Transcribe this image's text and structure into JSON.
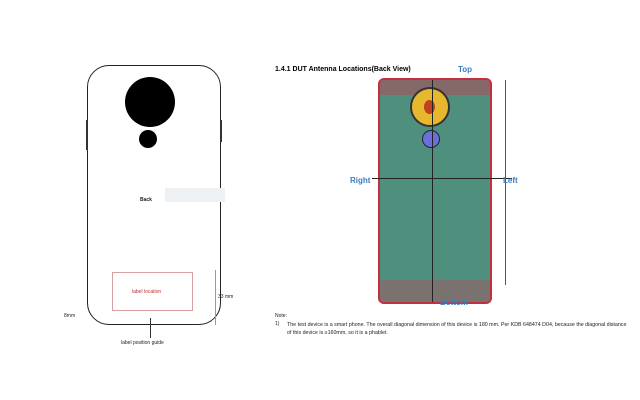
{
  "left_drawing": {
    "back_label": "Back",
    "label_location": "label location",
    "dim_33": "33 mm",
    "dim_8": "8mm",
    "guide": "label position guide"
  },
  "right_drawing": {
    "heading": "1.4.1   DUT Antenna Locations(Back View)",
    "top": "Top",
    "bottom": "Bottom",
    "left": "Left",
    "right": "Right",
    "note_title": "Note:",
    "note_num": "1)",
    "note_text": "The test device is a smart phone. The overall diagonal dimension of this device is 180 mm. Per KDB 648474 D04, because the diagonal distance of this device is ≥160mm, so it is a phablet."
  }
}
